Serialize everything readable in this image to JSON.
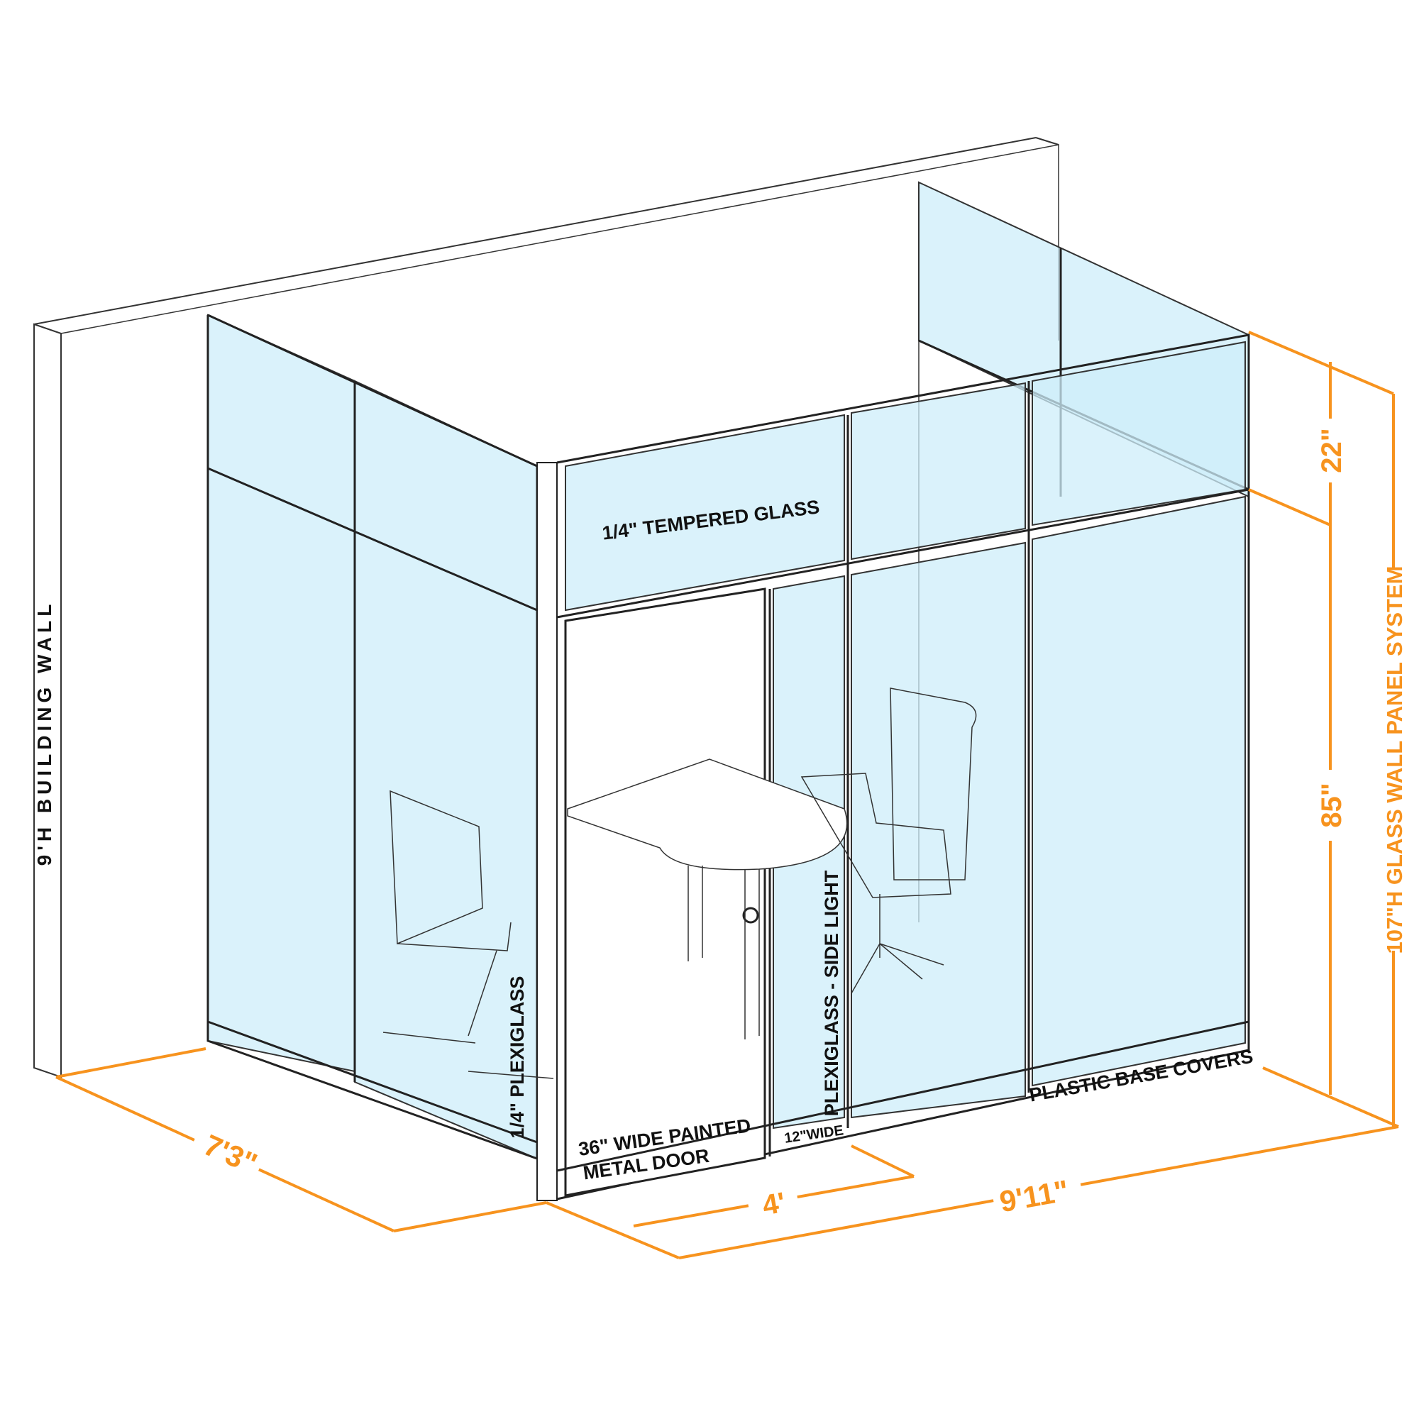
{
  "colors": {
    "dimension": "#F7931E",
    "glass": "#cdeefa",
    "frame": "#222222"
  },
  "labels": {
    "building_wall": "9'H BUILDING WALL",
    "tempered_glass": "1/4\" TEMPERED GLASS",
    "plexiglass": "1/4\" PLEXIGLASS",
    "side_light": "PLEXIGLASS - SIDE LIGHT",
    "door_line1": "36\" WIDE PAINTED",
    "door_line2": "METAL DOOR",
    "side_light_width": "12\"WIDE",
    "base_covers": "PLASTIC BASE COVERS"
  },
  "dimensions": {
    "depth": "7'3\"",
    "front_segment": "4'",
    "width": "9'11\"",
    "transom_height": "22\"",
    "lower_height": "85\"",
    "system_height": "107\"H GLASS WALL PANEL SYSTEM"
  }
}
